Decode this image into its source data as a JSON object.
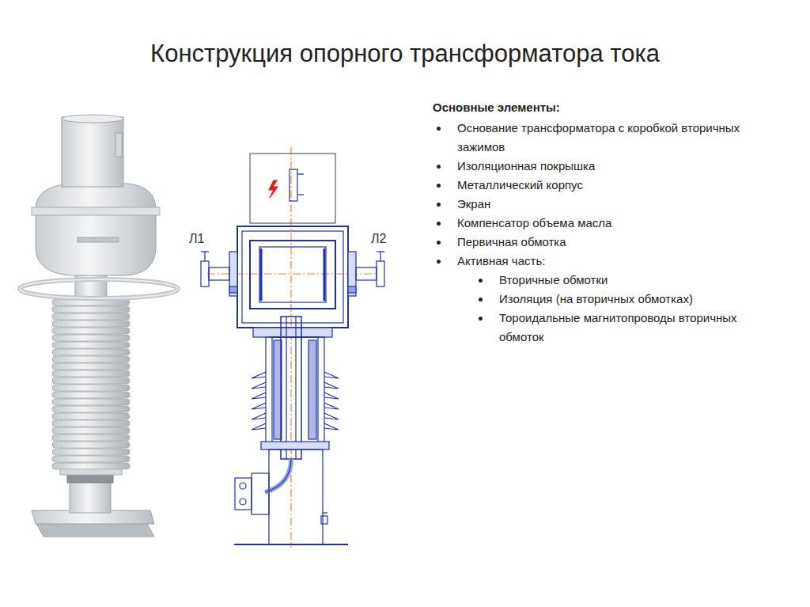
{
  "diagram": {
    "title": "Конструкция опорного трансформатора тока",
    "labels": [
      "Основные элементы:",
      "Основание трансформатора с коробкой вторичных зажимов",
      "Изоляционная покрышка",
      "Металлический корпус",
      "Экран",
      "Компенсатор объема масла",
      "Первичная обмотка",
      "Активная часть:",
      "Вторичные обмотки",
      "Изоляция (на вторичных обмотках)",
      "Тороидальные магнитопроводы вторичных обмоток",
      "Л1",
      "Л2"
    ]
  }
}
